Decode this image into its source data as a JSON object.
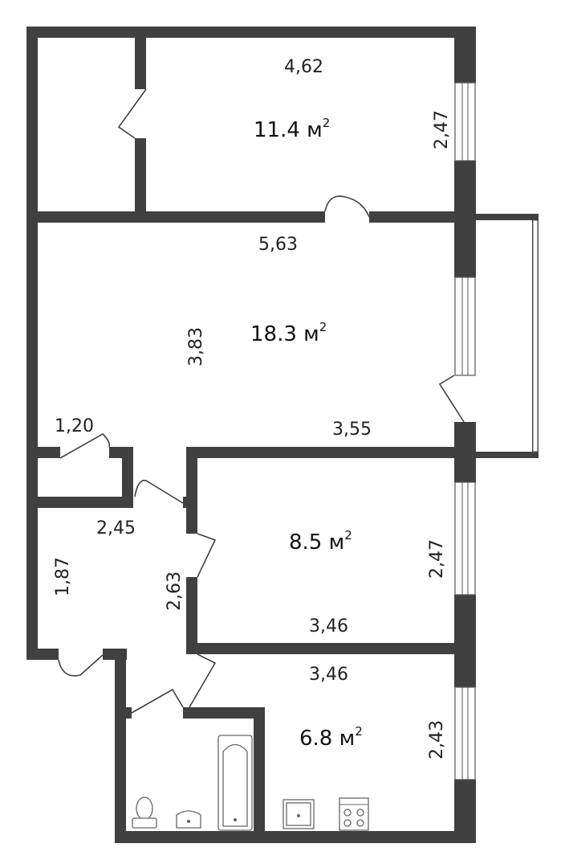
{
  "rooms": [
    {
      "id": "room-top",
      "area": "11.4 м",
      "sup": "2"
    },
    {
      "id": "room-living",
      "area": "18.3 м",
      "sup": "2"
    },
    {
      "id": "room-bedroom",
      "area": "8.5 м",
      "sup": "2"
    },
    {
      "id": "room-kitchen",
      "area": "6.8 м",
      "sup": "2"
    }
  ],
  "dimensions": {
    "top_width": "4,62",
    "top_height": "2,47",
    "living_width": "5,63",
    "living_height": "3,83",
    "living_bottom": "3,55",
    "closet_width": "1,20",
    "hall_width": "2,45",
    "hall_height": "1,87",
    "hall_right": "2,63",
    "bedroom_height": "2,47",
    "bedroom_bottom": "3,46",
    "kitchen_top": "3,46",
    "kitchen_height": "2,43"
  }
}
